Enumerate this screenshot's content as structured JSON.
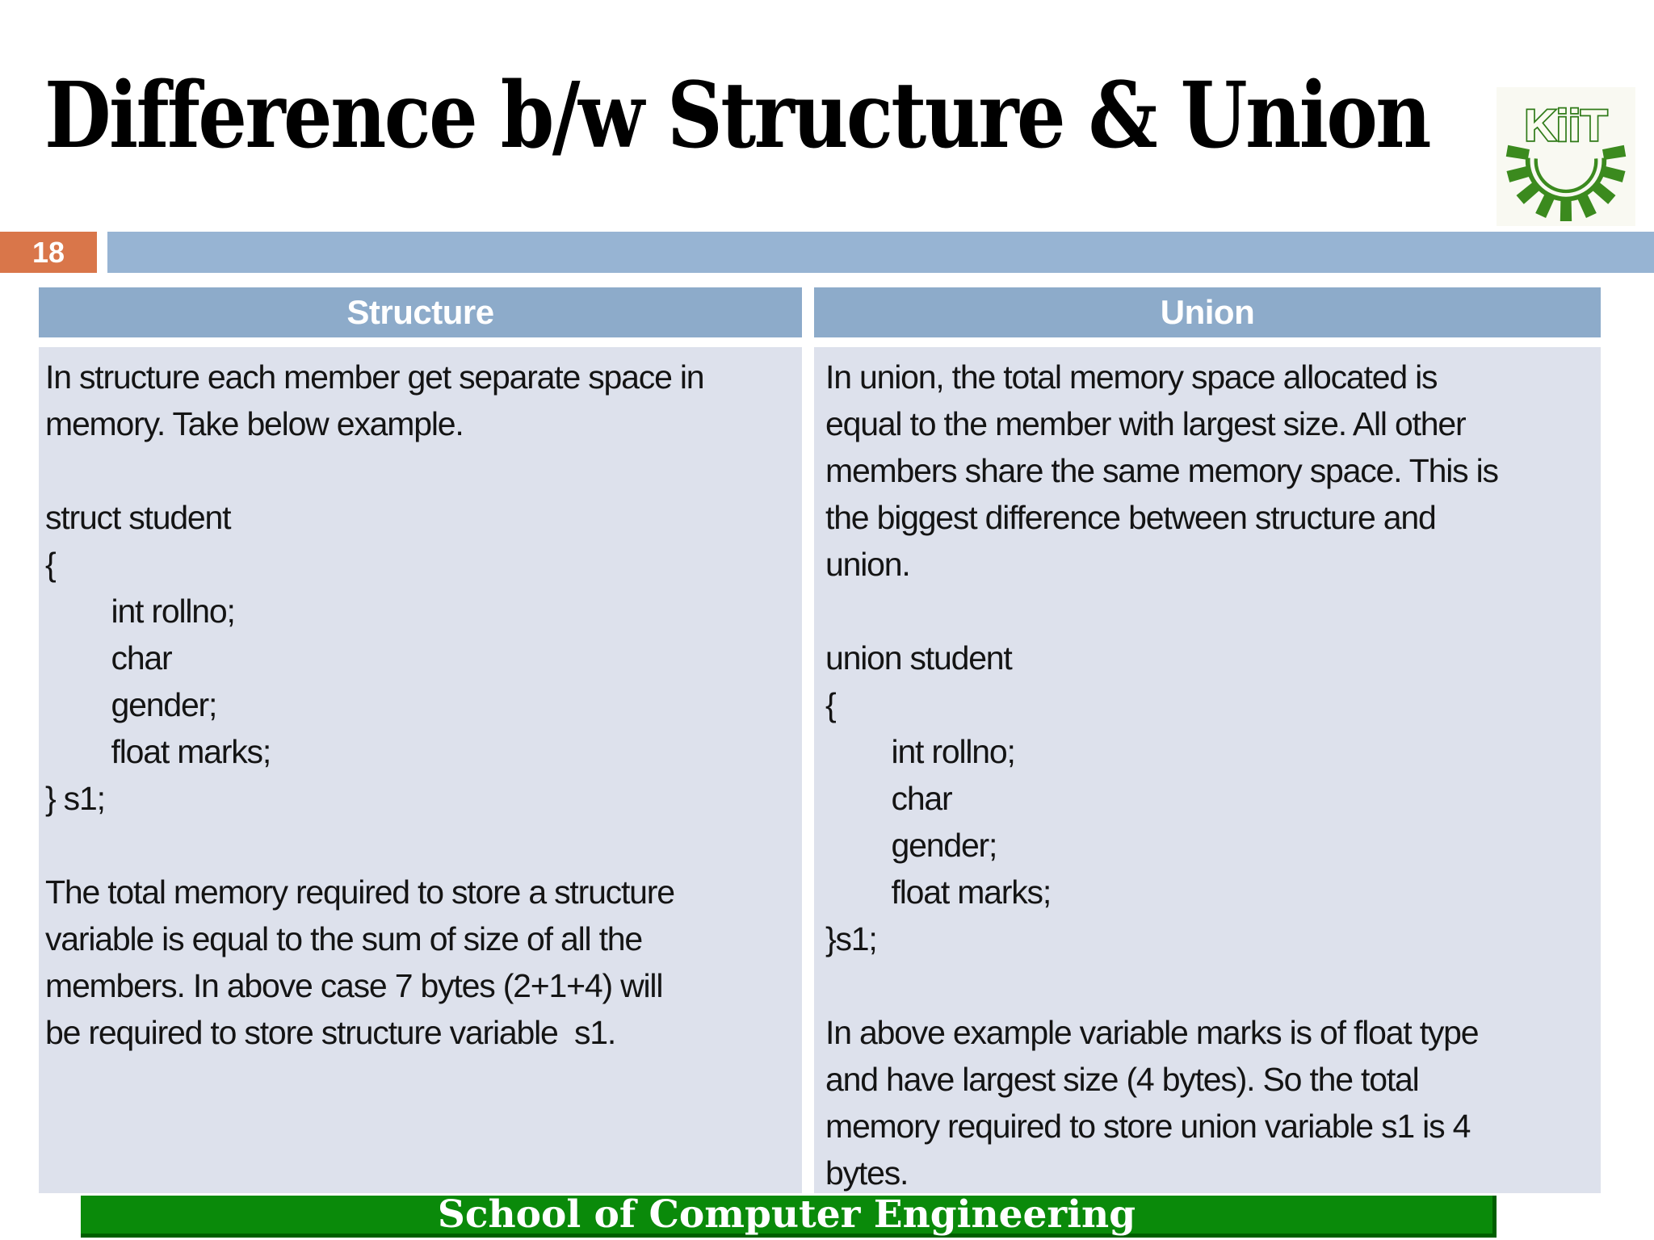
{
  "slide": {
    "title": "Difference b/w Structure & Union",
    "page_number": "18",
    "footer_text": "School of Computer Engineering",
    "logo_text": "KiiT"
  },
  "colors": {
    "accent_blue_bar": "#97b4d3",
    "table_header_blue": "#8dabca",
    "table_cell_background": "#dde1ec",
    "page_number_orange": "#d9764a",
    "footer_green": "#0a8a0a",
    "footer_green_border": "#005f00",
    "logo_green": "#3b8a1e",
    "text_color": "#141414"
  },
  "table": {
    "columns": [
      {
        "header": "Structure",
        "lines": [
          "In structure each member get separate space in",
          "memory. Take below example.",
          "",
          "struct student",
          "{",
          "        int rollno;",
          "        char",
          "        gender;",
          "        float marks;",
          "} s1;",
          "",
          "The total memory required to store a structure",
          "variable is equal to the sum of size of all the",
          "members. In above case 7 bytes (2+1+4) will",
          "be required to store structure variable  s1."
        ]
      },
      {
        "header": "Union",
        "lines": [
          "In union, the total memory space allocated is",
          "equal to the member with largest size. All other",
          "members share the same memory space. This is",
          "the biggest difference between structure and",
          "union.",
          "",
          "union student",
          "{",
          "        int rollno;",
          "        char",
          "        gender;",
          "        float marks;",
          "}s1;",
          "",
          "In above example variable marks is of float type",
          "and have largest size (4 bytes). So the total",
          "memory required to store union variable s1 is 4",
          "bytes."
        ]
      }
    ]
  }
}
